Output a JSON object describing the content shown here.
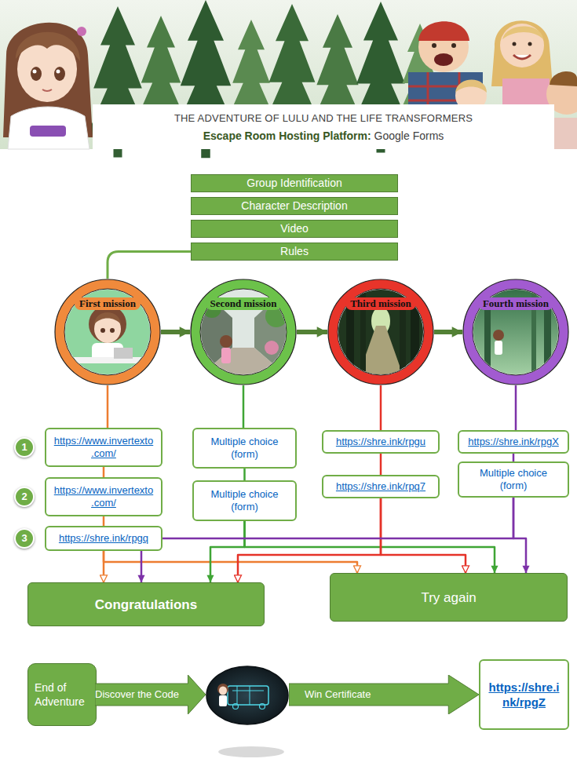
{
  "diagram": {
    "title": "THE ADVENTURE OF LULU AND THE LIFE TRANSFORMERS",
    "nodes": [
      {
        "text": [
          "Group Identification"
        ]
      },
      {
        "text": [
          "Character Description"
        ]
      },
      {
        "text": [
          "Video"
        ]
      },
      {
        "text": [
          "Rules"
        ]
      },
      {
        "text": [
          "First mission"
        ]
      },
      {
        "text": [
          "Second mission"
        ]
      },
      {
        "text": [
          "Third mission"
        ]
      },
      {
        "text": [
          "Fourth mission"
        ]
      },
      {
        "text": [
          "https://www.invertexto.com/"
        ]
      },
      {
        "text": [
          "https://www.invertexto.com/"
        ]
      },
      {
        "text": [
          "https://shre.ink/rpgq"
        ]
      },
      {
        "text": [
          "Multiple choice (form)"
        ]
      },
      {
        "text": [
          "Multiple choice (form)"
        ]
      },
      {
        "text": [
          "https://shre.ink/rpgu"
        ]
      },
      {
        "text": [
          "https://shre.ink/rpq7"
        ]
      },
      {
        "text": [
          "https://shre.ink/rpgX"
        ]
      },
      {
        "text": [
          "Multiple choice (form)"
        ]
      },
      {
        "text": [
          "Congratulations"
        ]
      },
      {
        "text": [
          "Try again"
        ]
      },
      {
        "text": [
          "End of Adventure"
        ]
      },
      {
        "text": [
          "Discover the Code"
        ]
      },
      {
        "text": [
          "Win Certificate"
        ]
      },
      {
        "text": [
          "https://shre.ink/rpgZ"
        ]
      }
    ],
    "edges": [
      {
        "from": 3,
        "to": 4,
        "arrow": "none"
      },
      {
        "from": 4,
        "to": 5,
        "arrow": "to"
      },
      {
        "from": 5,
        "to": 6,
        "arrow": "to"
      },
      {
        "from": 6,
        "to": 7,
        "arrow": "to"
      },
      {
        "from": 4,
        "to": 8,
        "arrow": "none"
      },
      {
        "from": 8,
        "to": 9,
        "arrow": "none"
      },
      {
        "from": 9,
        "to": 10,
        "arrow": "none"
      },
      {
        "from": 10,
        "to": 17,
        "arrow": "to"
      },
      {
        "from": 10,
        "to": 18,
        "arrow": "to"
      },
      {
        "from": 5,
        "to": 11,
        "arrow": "none"
      },
      {
        "from": 11,
        "to": 12,
        "arrow": "none"
      },
      {
        "from": 12,
        "to": 17,
        "arrow": "to"
      },
      {
        "from": 12,
        "to": 18,
        "arrow": "to"
      },
      {
        "from": 6,
        "to": 13,
        "arrow": "none"
      },
      {
        "from": 13,
        "to": 14,
        "arrow": "none"
      },
      {
        "from": 14,
        "to": 17,
        "arrow": "to"
      },
      {
        "from": 14,
        "to": 18,
        "arrow": "to"
      },
      {
        "from": 7,
        "to": 15,
        "arrow": "none"
      },
      {
        "from": 15,
        "to": 16,
        "arrow": "none"
      },
      {
        "from": 16,
        "to": 17,
        "arrow": "to"
      },
      {
        "from": 16,
        "to": 18,
        "arrow": "to"
      }
    ],
    "labels": [
      "Escape Room Hosting Platform:",
      "Google Forms",
      "1",
      "2",
      "3"
    ]
  }
}
